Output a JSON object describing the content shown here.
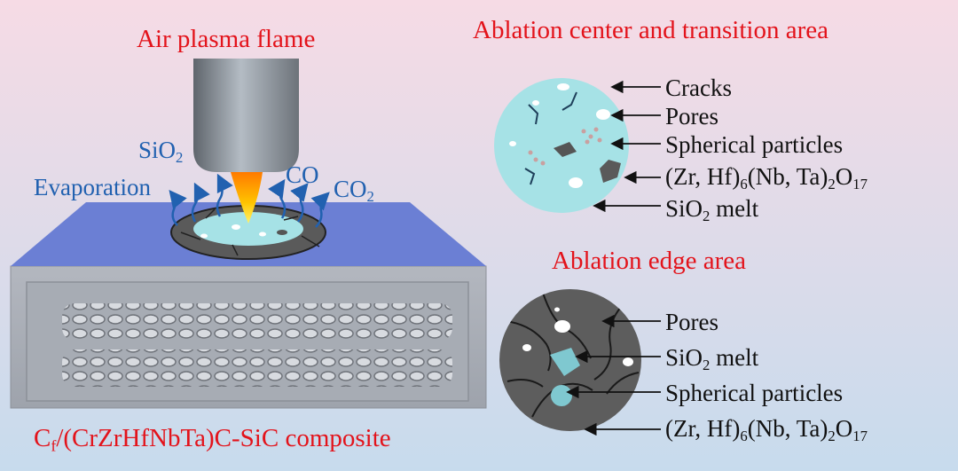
{
  "titles": {
    "flame": "Air plasma flame",
    "center": "Ablation center and transition area",
    "edge": "Ablation edge area"
  },
  "emissions": {
    "sio2": {
      "base": "SiO",
      "sub": "2"
    },
    "evaporation": "Evaporation",
    "co": "CO",
    "co2": {
      "base": "CO",
      "sub": "2"
    }
  },
  "composite": {
    "c": "C",
    "f": "f",
    "rest": "/(CrZrHfNbTa)C-SiC composite"
  },
  "center_labels": {
    "cracks": "Cracks",
    "pores": "Pores",
    "spherical": "Spherical particles",
    "oxide": {
      "a": "(Zr, Hf)",
      "s1": "6",
      "b": "(Nb, Ta)",
      "s2": "2",
      "c": "O",
      "s3": "17"
    },
    "melt": {
      "a": "SiO",
      "s": "2",
      "b": " melt"
    }
  },
  "edge_labels": {
    "pores": "Pores",
    "melt": {
      "a": "SiO",
      "s": "2",
      "b": " melt"
    },
    "spherical": "Spherical particles",
    "oxide": {
      "a": "(Zr, Hf)",
      "s1": "6",
      "b": "(Nb, Ta)",
      "s2": "2",
      "c": "O",
      "s3": "17"
    }
  },
  "colors": {
    "title_red": "#e3131b",
    "emission_blue": "#2161b0",
    "center_melt": "#a6e2e6",
    "edge_matrix": "#5d5d5d",
    "flame_orange": "#ff8c00"
  }
}
